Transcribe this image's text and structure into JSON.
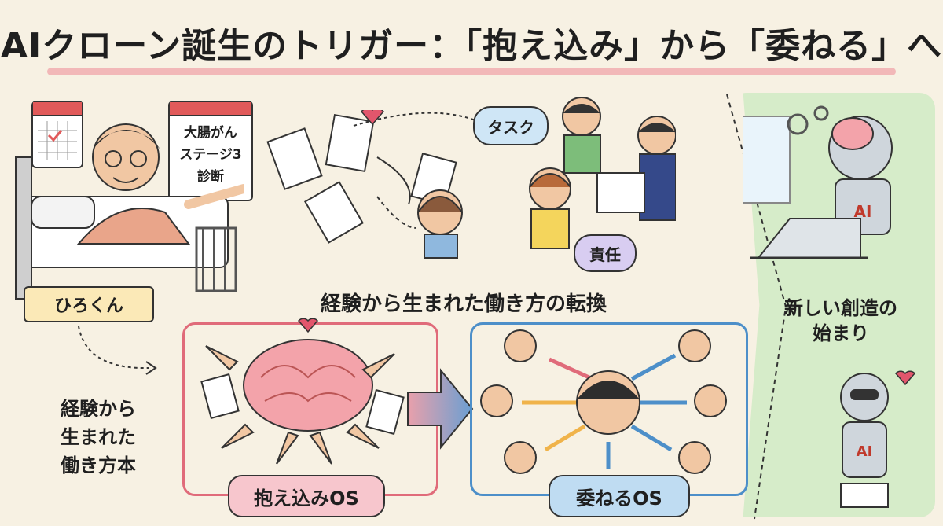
{
  "title": "AIクローン誕生のトリガー：「抱え込み」から「委ねる」へ",
  "diagnosis_card": {
    "line1": "大腸がん",
    "line2": "ステージ3",
    "line3": "診断"
  },
  "name_ribbon": "ひろくん",
  "bubble_task": "タスク",
  "bubble_responsibility": "責任",
  "transition_heading": "経験から生まれた働き方の転換",
  "book_label": {
    "line1": "経験から",
    "line2": "生まれた",
    "line3": "働き方本"
  },
  "hold_os_label": "抱え込みOS",
  "delegate_os_label": "委ねるOS",
  "new_creation": {
    "line1": "新しい創造の",
    "line2": "始まり"
  },
  "ai_chest_label": "AI",
  "colors": {
    "background": "#f7f1e3",
    "title_underline": "#f2b8b8",
    "hold_os_accent": "#e06b7a",
    "delegate_os_accent": "#4d8fc9",
    "right_panel": "#d6ecc9"
  }
}
